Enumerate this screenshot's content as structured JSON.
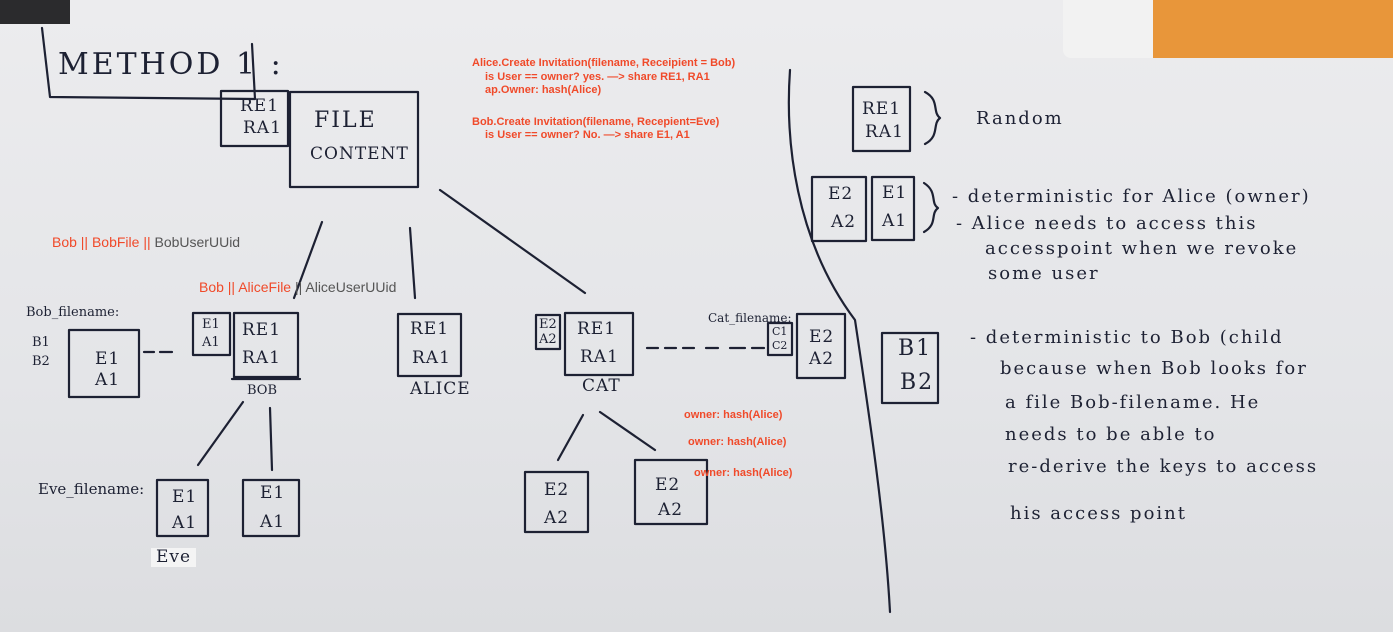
{
  "title": "METHOD 1 :",
  "root": {
    "keys": [
      "RE1",
      "RA1"
    ],
    "content": [
      "FILE",
      "CONTENT"
    ]
  },
  "red_notes": [
    [
      "Alice.Create Invitation(filename, Receipient = Bob)",
      "is User == owner? yes. —> share RE1, RA1",
      "ap.Owner: hash(Alice)"
    ],
    [
      "Bob.Create Invitation(filename, Recepient=Eve)",
      "is User == owner? No. —> share E1, A1"
    ]
  ],
  "typed": {
    "bob_bobfile": {
      "red": "Bob || BobFile ||",
      "gray": "BobUserUUid"
    },
    "bob_alicefile": {
      "red": "Bob || AliceFile",
      "gray": "||  AliceUserUUid"
    }
  },
  "children": [
    {
      "name": "BOB",
      "keys": [
        "RE1",
        "RA1"
      ],
      "side": [
        "E1",
        "A1"
      ]
    },
    {
      "name": "ALICE",
      "keys": [
        "RE1",
        "RA1"
      ]
    },
    {
      "name": "CAT",
      "keys": [
        "RE1",
        "RA1"
      ],
      "side": [
        "E2",
        "A2"
      ]
    }
  ],
  "bob_filename": {
    "label": "Bob_filename:",
    "keys": [
      "B1",
      "B2"
    ],
    "box": [
      "E1",
      "A1"
    ]
  },
  "cat_filename": {
    "label": "Cat_filename:",
    "small": [
      "C1",
      "C2"
    ],
    "box": [
      "E2",
      "A2"
    ]
  },
  "eve_filename": {
    "label": "Eve_filename:",
    "name": "Eve"
  },
  "grandchildren": [
    {
      "keys": [
        "E1",
        "A1"
      ]
    },
    {
      "keys": [
        "E1",
        "A1"
      ]
    },
    {
      "keys": [
        "E2",
        "A2"
      ]
    },
    {
      "keys": [
        "E2",
        "A2"
      ]
    }
  ],
  "owner_notes": [
    "owner: hash(Alice)",
    "owner: hash(Alice)",
    "owner: hash(Alice)"
  ],
  "legend": [
    {
      "keys": [
        "RE1",
        "RA1"
      ],
      "text": [
        "Random"
      ]
    },
    {
      "keys": [
        "E2",
        "A2"
      ],
      "keys2": [
        "E1",
        "A1"
      ],
      "text": [
        "- deterministic for Alice (owner)",
        "- Alice needs to access this",
        "accesspoint when we revoke",
        "some user"
      ]
    },
    {
      "keys": [
        "B1",
        "B2"
      ],
      "text": [
        "- deterministic to Bob (child",
        "because when Bob looks for",
        "a file Bob-filename. He",
        "needs to be able to",
        "re-derive the keys to access",
        "his access point"
      ]
    }
  ]
}
